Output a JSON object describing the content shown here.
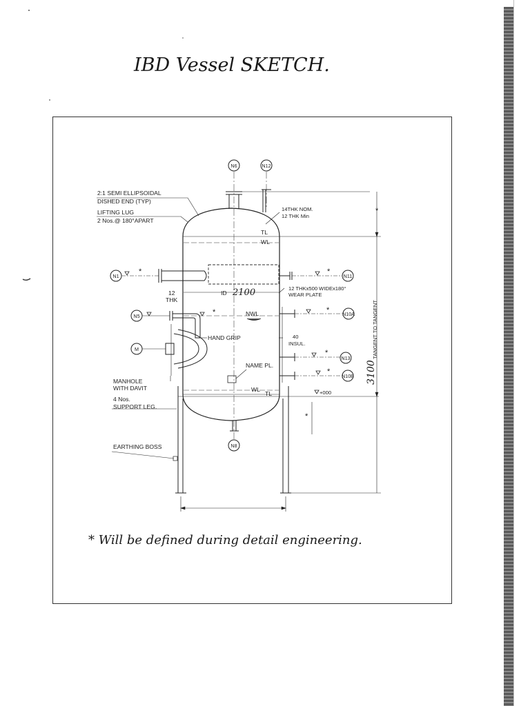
{
  "title": "IBD Vessel SKETCH.",
  "footnote": "* Will be defined during detail engineering.",
  "nozzles": {
    "n6": "N6",
    "n12": "N12",
    "n1": "N1",
    "n11": "N11",
    "n5": "N5",
    "n10a": "N10A",
    "m": "M",
    "n13": "N13",
    "n10b": "N10B",
    "n8": "N8"
  },
  "labels": {
    "dished_end_1": "2:1 SEMI ELLIPSOIDAL",
    "dished_end_2": "DISHED END (TYP)",
    "lifting_lug_1": "LIFTING LUG",
    "lifting_lug_2": "2 Nos.@ 180°APART",
    "thk_nom": "14THK NOM.",
    "thk_min": "12 THK Min",
    "tl_top": "TL",
    "wl_top": "WL",
    "shell_thk_1": "12",
    "shell_thk_2": "THK",
    "inside_dia_prefix": "ID",
    "inside_dia_value": "2100",
    "wear_plate_1": "12 THKx500 WIDEx180°",
    "wear_plate_2": "WEAR PLATE",
    "nwl": "NWL",
    "hand_grip": "HAND GRIP",
    "insul_1": "40",
    "insul_2": "INSUL.",
    "name_plate": "NAME PL.",
    "manhole_1": "MANHOLE",
    "manhole_2": "WITH DAVIT",
    "wl_bottom": "WL",
    "tl_bottom": "TL",
    "elevation": "+000",
    "support_1": "4 Nos.",
    "support_2": "SUPPORT LEG.",
    "earthing": "EARTHING BOSS",
    "tangent": "TANGENT TO TANGENT",
    "tangent_value": "3100",
    "star": "*"
  }
}
